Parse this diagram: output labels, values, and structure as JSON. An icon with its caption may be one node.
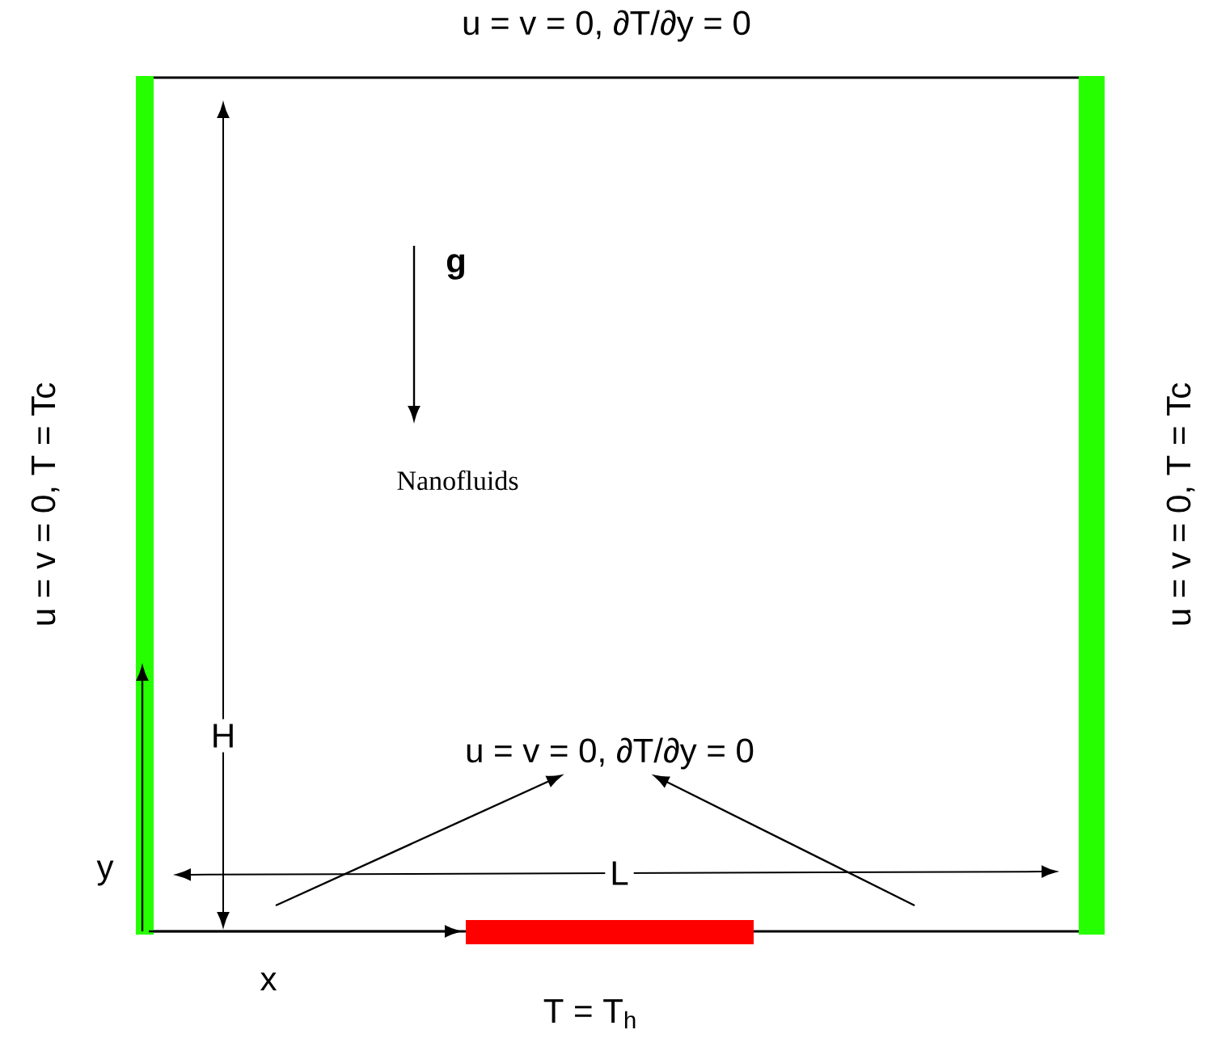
{
  "diagram": {
    "nodes": [
      {
        "text": [
          "u = v = 0,  ∂T/∂y = 0"
        ]
      },
      {
        "text": [],
        "shape": "line"
      },
      {
        "text": [],
        "shape": "line"
      }
    ],
    "edges": [
      {
        "from": 1,
        "to": 0,
        "arrow": "to"
      },
      {
        "from": 2,
        "to": 0,
        "arrow": "to"
      }
    ],
    "labels": [
      "u = v = 0,  ∂T/∂y = 0",
      "u = v = 0, T = Tc",
      "u = v = 0, T = Tc",
      "g",
      "Nanofluids",
      "H",
      "y",
      "L",
      "x",
      "T = T$_{h}$"
    ]
  }
}
